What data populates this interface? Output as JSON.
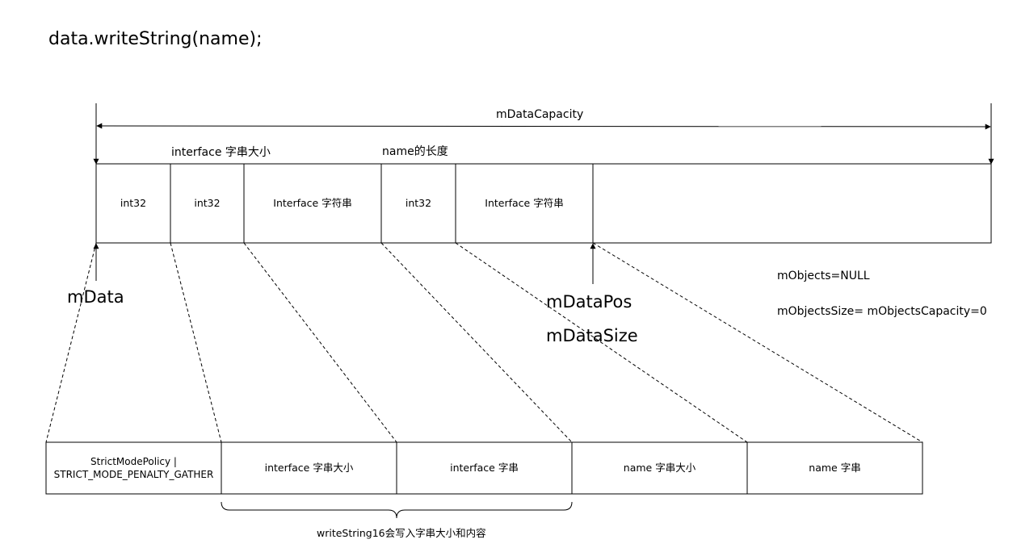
{
  "code_line": "data.writeString(name);",
  "capacity_label": "mDataCapacity",
  "top_annotations": {
    "interface_size": "interface 字串大小",
    "name_length": "name的长度"
  },
  "buffer_cells": [
    "int32",
    "int32",
    "Interface 字符串",
    "int32",
    "Interface 字符串",
    ""
  ],
  "pointers": {
    "mData": "mData",
    "mDataPos": "mDataPos",
    "mDataSize": "mDataSize"
  },
  "objects_info": {
    "objects": "mObjects=NULL",
    "objects_size": "mObjectsSize= mObjectsCapacity=0"
  },
  "detail_cells": [
    "StrictModePolicy |\nSTRICT_MODE_PENALTY_GATHER",
    "interface 字串大小",
    "interface 字串",
    "name 字串大小",
    "name 字串"
  ],
  "brace_label": "writeString16会写入字串大小和内容"
}
